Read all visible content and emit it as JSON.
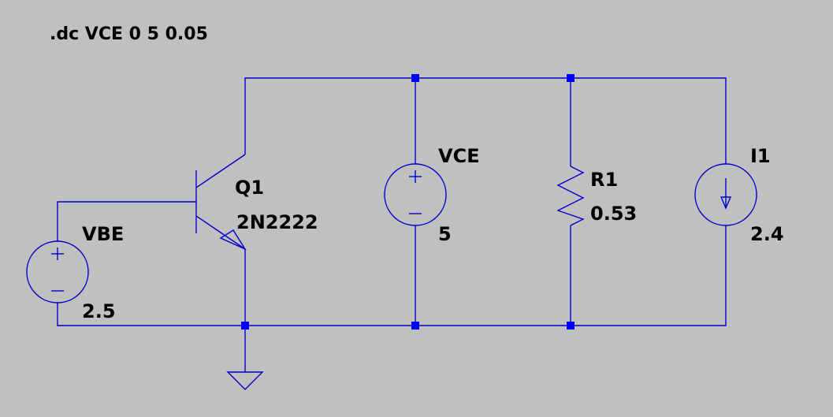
{
  "directive": ".dc VCE 0 5 0.05",
  "colors": {
    "background": "#c0c0c0",
    "wire": "#0000cc",
    "junction": "#0000ff",
    "text": "#000000"
  },
  "components": {
    "q1": {
      "name": "Q1",
      "model": "2N2222",
      "icon": "npn-transistor-icon"
    },
    "vbe": {
      "name": "VBE",
      "value": "2.5",
      "icon": "voltage-source-icon"
    },
    "vce": {
      "name": "VCE",
      "value": "5",
      "icon": "voltage-source-icon"
    },
    "r1": {
      "name": "R1",
      "value": "0.53",
      "icon": "resistor-icon"
    },
    "i1": {
      "name": "I1",
      "value": "2.4",
      "icon": "current-source-icon"
    },
    "ground": {
      "icon": "ground-icon"
    }
  }
}
